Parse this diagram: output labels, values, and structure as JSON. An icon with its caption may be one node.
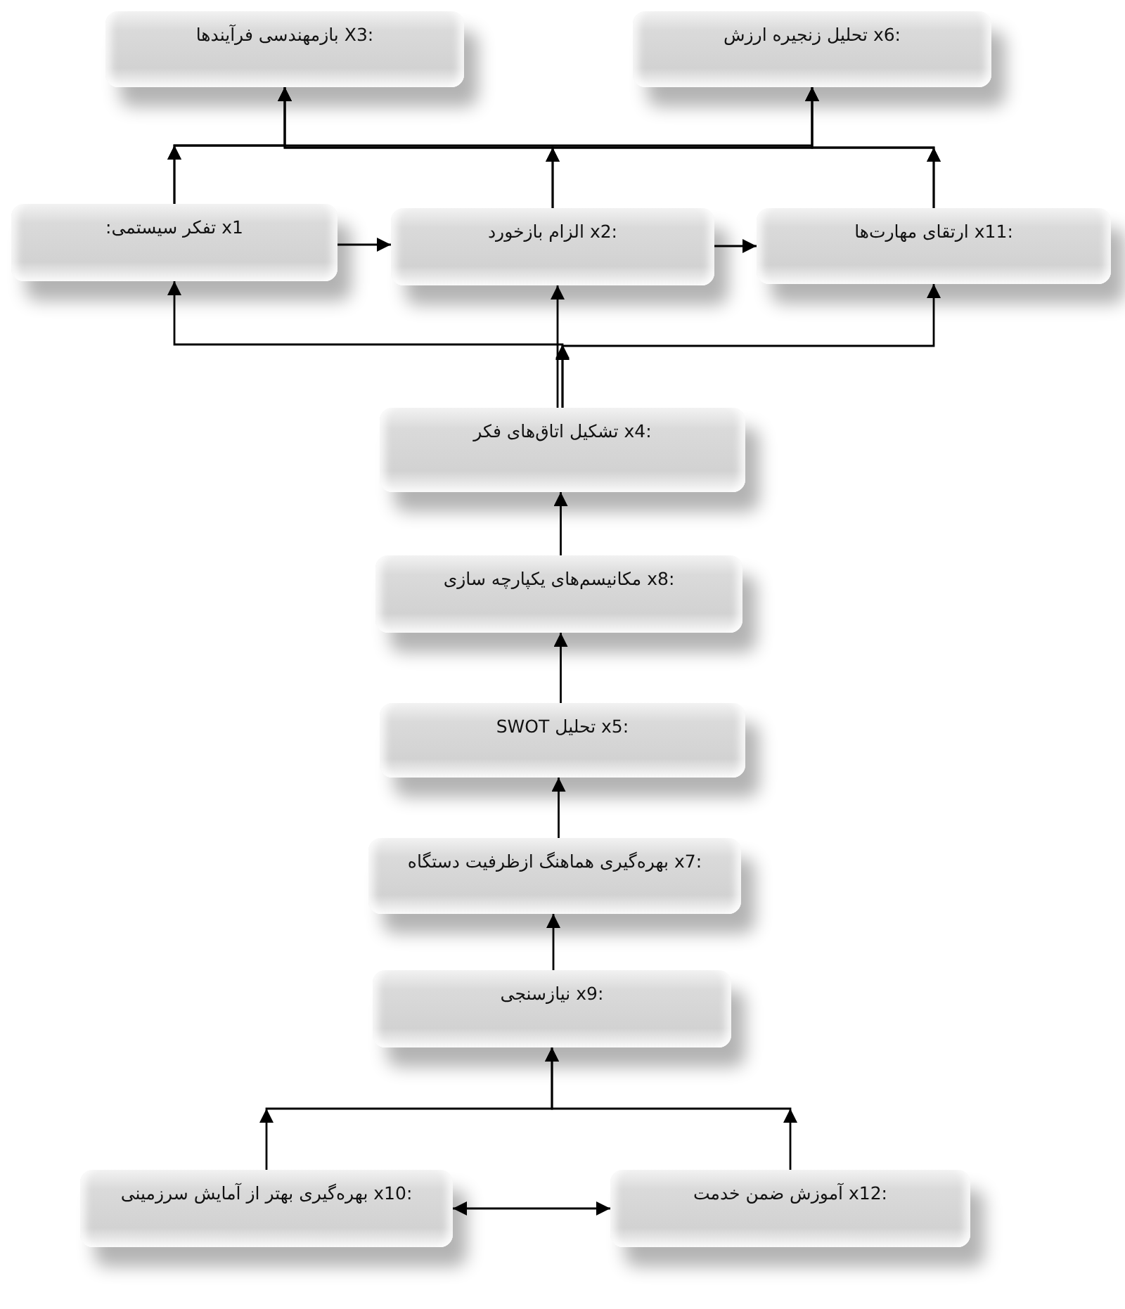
{
  "diagram": {
    "nodes": [
      {
        "text": [
          ":X3 بازمهندسی فرآیندها"
        ]
      },
      {
        "text": [
          ":x6 تحلیل زنجیره ارزش"
        ]
      },
      {
        "text": [
          "x1 تفکر سیستمی:"
        ]
      },
      {
        "text": [
          ":x2 الزام بازخورد"
        ]
      },
      {
        "text": [
          ":x11 ارتقای مهارت‌ها"
        ]
      },
      {
        "text": [
          ":x4 تشکیل اتاق‌های فکر"
        ]
      },
      {
        "text": [
          ":x8 مکانیسم‌های یکپارچه سازی"
        ]
      },
      {
        "text": [
          ":x5 تحلیل SWOT"
        ]
      },
      {
        "text": [
          ":x7 بهره‌گیری هماهنگ ازظرفیت دستگاه"
        ]
      },
      {
        "text": [
          ":x9 نیازسنجی"
        ]
      },
      {
        "text": [
          ":x10 بهره‌گیری بهتر از آمایش سرزمینی"
        ]
      },
      {
        "text": [
          ":x12 آموزش ضمن خدمت"
        ]
      }
    ],
    "edges": [
      {
        "from": 2,
        "to": 0,
        "arrow": "to"
      },
      {
        "from": 3,
        "to": 0,
        "arrow": "to"
      },
      {
        "from": 4,
        "to": 0,
        "arrow": "to"
      },
      {
        "from": 2,
        "to": 1,
        "arrow": "to"
      },
      {
        "from": 3,
        "to": 1,
        "arrow": "to"
      },
      {
        "from": 4,
        "to": 1,
        "arrow": "to"
      },
      {
        "from": 2,
        "to": 3,
        "arrow": "to"
      },
      {
        "from": 3,
        "to": 4,
        "arrow": "to"
      },
      {
        "from": 5,
        "to": 2,
        "arrow": "to"
      },
      {
        "from": 5,
        "to": 3,
        "arrow": "to"
      },
      {
        "from": 5,
        "to": 4,
        "arrow": "to"
      },
      {
        "from": 6,
        "to": 5,
        "arrow": "to"
      },
      {
        "from": 7,
        "to": 6,
        "arrow": "to"
      },
      {
        "from": 8,
        "to": 7,
        "arrow": "to"
      },
      {
        "from": 9,
        "to": 8,
        "arrow": "to"
      },
      {
        "from": 10,
        "to": 9,
        "arrow": "to"
      },
      {
        "from": 11,
        "to": 9,
        "arrow": "to"
      },
      {
        "from": 10,
        "to": 11,
        "arrow": "both"
      }
    ]
  }
}
